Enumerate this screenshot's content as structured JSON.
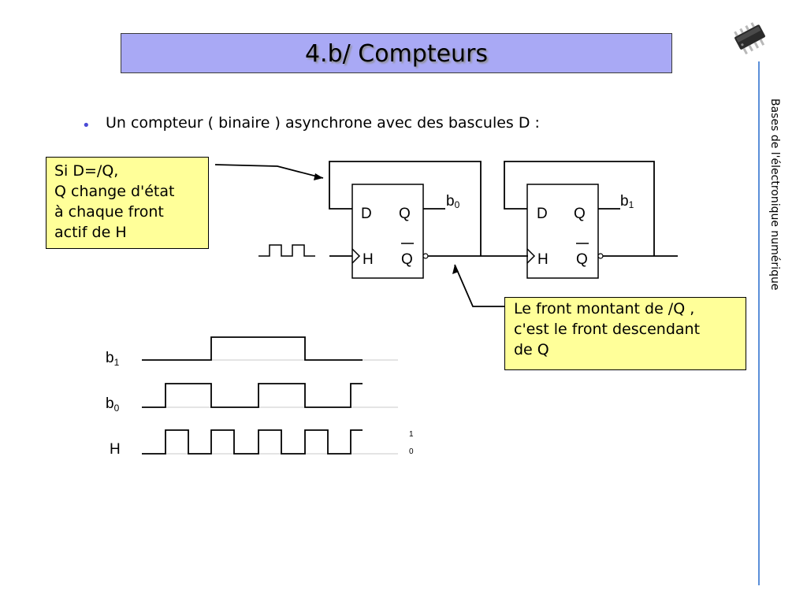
{
  "slide": {
    "title": "4.b/  Compteurs",
    "bullet_text": "Un compteur ( binaire ) asynchrone avec des bascules D :",
    "side_label": "Bases de l'électronique numérique"
  },
  "callouts": {
    "left": [
      "Si D=/Q,",
      "Q change d'état",
      "à chaque front",
      "actif de H"
    ],
    "right": [
      "Le front montant de /Q ,",
      "c'est le front descendant",
      "de Q"
    ]
  },
  "flipflops": [
    {
      "d": "D",
      "q": "Q",
      "h": "H",
      "qbar": "Q",
      "out": "b",
      "out_sub": "0"
    },
    {
      "d": "D",
      "q": "Q",
      "h": "H",
      "qbar": "Q",
      "out": "b",
      "out_sub": "1"
    }
  ],
  "timing": {
    "signals": [
      {
        "label": "b",
        "sub": "1"
      },
      {
        "label": "b",
        "sub": "0"
      },
      {
        "label": "H",
        "sub": ""
      }
    ],
    "level_high": "1",
    "level_low": "0"
  },
  "colors": {
    "title_bg": "#a9a9f5",
    "callout_bg": "#ffff99",
    "side_line": "#5b8fd8",
    "bullet": "#4a4ad6"
  },
  "icons": {
    "corner": "chip-icon",
    "bullet": "bullet-dot-icon"
  }
}
